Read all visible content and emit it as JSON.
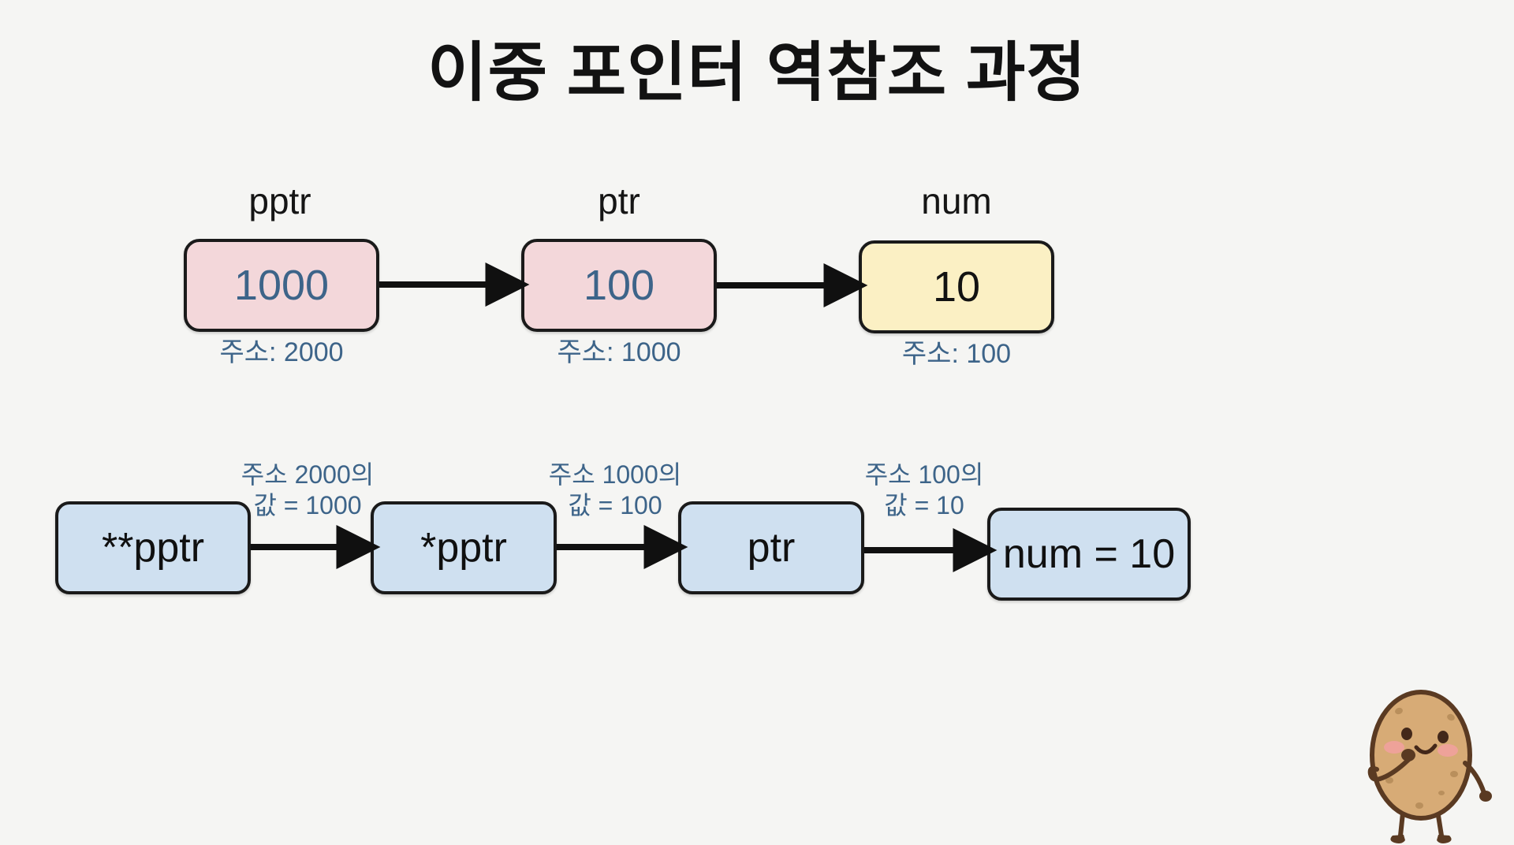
{
  "page": {
    "title": "이중 포인터 역참조 과정",
    "background_color": "#f5f5f3"
  },
  "colors": {
    "pointer_box_fill": "#f3d7da",
    "value_box_fill": "#fbf0c4",
    "step_box_fill": "#cfe0f0",
    "accent_text": "#3d6489",
    "outline": "#1a1a1a",
    "title_text": "#121212"
  },
  "memory_row": {
    "cells": [
      {
        "name": "pptr",
        "value": "1000",
        "address_label": "주소: 2000",
        "fill": "pink"
      },
      {
        "name": "ptr",
        "value": "100",
        "address_label": "주소: 1000",
        "fill": "pink"
      },
      {
        "name": "num",
        "value": "10",
        "address_label": "주소: 100",
        "fill": "yellow"
      }
    ],
    "arrow_icon": "arrow-right-icon"
  },
  "deref_row": {
    "steps": [
      {
        "label": "**pptr"
      },
      {
        "label": "*pptr"
      },
      {
        "label": "ptr"
      },
      {
        "label": "num = 10"
      }
    ],
    "edge_labels": [
      "주소 2000의\n값 = 1000",
      "주소 1000의\n값 = 100",
      "주소 100의\n값 = 10"
    ],
    "arrow_icon": "arrow-right-icon"
  },
  "mascot": {
    "name": "potato-character",
    "expression": "smiling"
  }
}
